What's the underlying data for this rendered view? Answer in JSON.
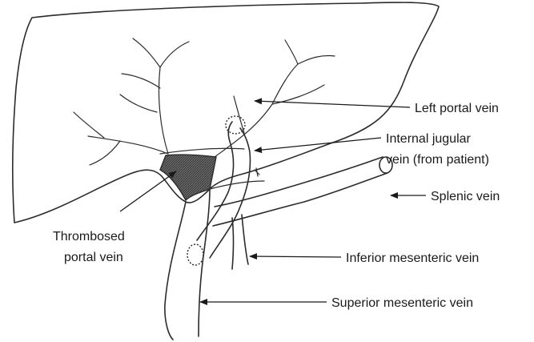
{
  "labels": {
    "left_portal_vein": "Left portal vein",
    "internal_jugular_line1": "Internal jugular",
    "internal_jugular_line2": "vein (from patient)",
    "splenic_vein": "Splenic vein",
    "thrombosed_line1": "Thrombosed",
    "thrombosed_line2": "portal vein",
    "inferior_mesenteric_vein": "Inferior mesenteric vein",
    "superior_mesenteric_vein": "Superior mesenteric vein"
  },
  "colors": {
    "ink": "#2b2b2b",
    "thrombus_fill": "#5a5a5a",
    "background": "#ffffff"
  }
}
